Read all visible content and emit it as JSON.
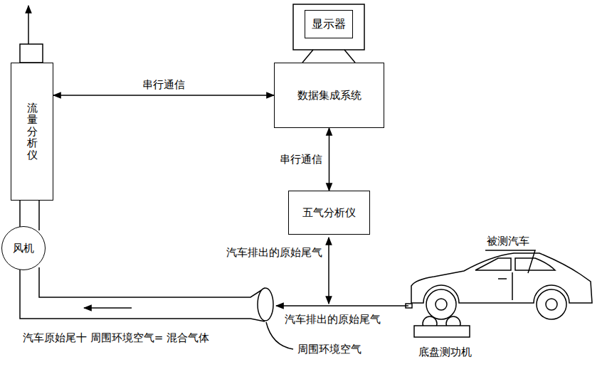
{
  "diagram": {
    "nodes": [
      {
        "text": [
          "流量分析仪"
        ]
      },
      {
        "text": [
          "风机"
        ]
      },
      {
        "text": [
          "显示器"
        ]
      },
      {
        "text": [
          "数据集成系统"
        ]
      },
      {
        "text": [
          "五气分析仪"
        ]
      }
    ],
    "edges": [
      {
        "from": 0,
        "to": 3,
        "label": "串行通信",
        "arrow": "both"
      },
      {
        "from": 3,
        "to": 4,
        "label": "串行通信",
        "arrow": "both"
      }
    ],
    "labels": [
      "汽车排出的原始尾气",
      "汽车排出的原始尾气",
      "汽车原始尾十 周围环境空气= 混合气体",
      "周围环境空气",
      "被测汽车",
      "底盘测功机"
    ]
  }
}
